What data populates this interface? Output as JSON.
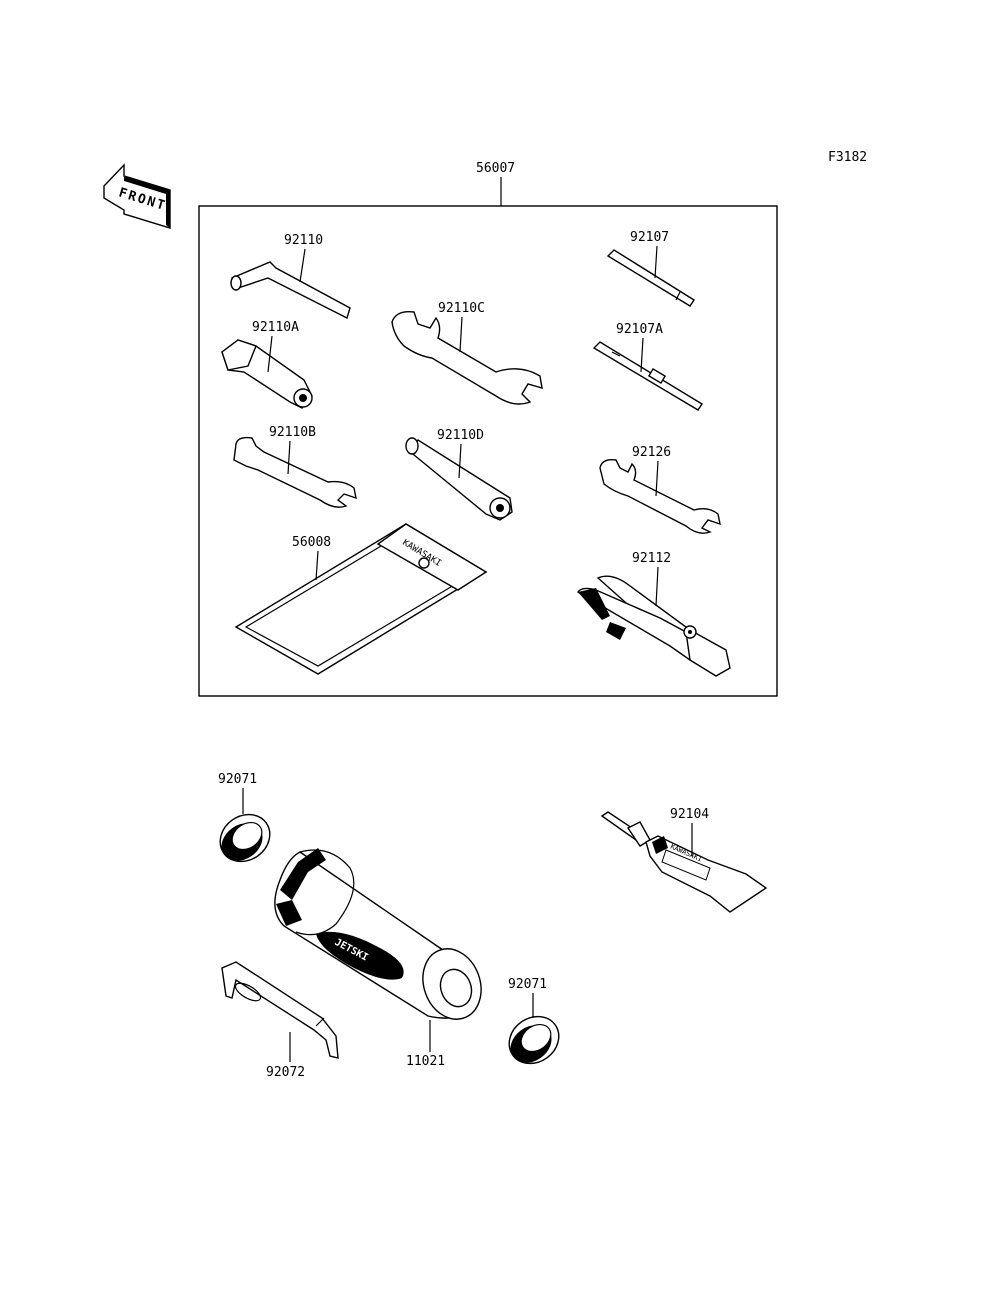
{
  "figure_code": "F3182",
  "direction_label": "FRONT",
  "kit": {
    "number": "56007"
  },
  "parts": [
    {
      "number": "92110",
      "name": "hex-key"
    },
    {
      "number": "92110A",
      "name": "box-wrench"
    },
    {
      "number": "92110B",
      "name": "open-wrench-small"
    },
    {
      "number": "92110C",
      "name": "open-wrench-large"
    },
    {
      "number": "92110D",
      "name": "spark-plug-wrench"
    },
    {
      "number": "56008",
      "name": "tool-bag"
    },
    {
      "number": "92107",
      "name": "screwdriver-shaft"
    },
    {
      "number": "92107A",
      "name": "double-screwdriver-bit"
    },
    {
      "number": "92126",
      "name": "open-wrench"
    },
    {
      "number": "92112",
      "name": "pliers"
    },
    {
      "number": "92071",
      "name": "seal-ring-top"
    },
    {
      "number": "11021",
      "name": "filter-cartridge"
    },
    {
      "number": "92071",
      "name": "seal-ring-bottom"
    },
    {
      "number": "92072",
      "name": "clamp-band"
    },
    {
      "number": "92104",
      "name": "grease-tube"
    }
  ]
}
